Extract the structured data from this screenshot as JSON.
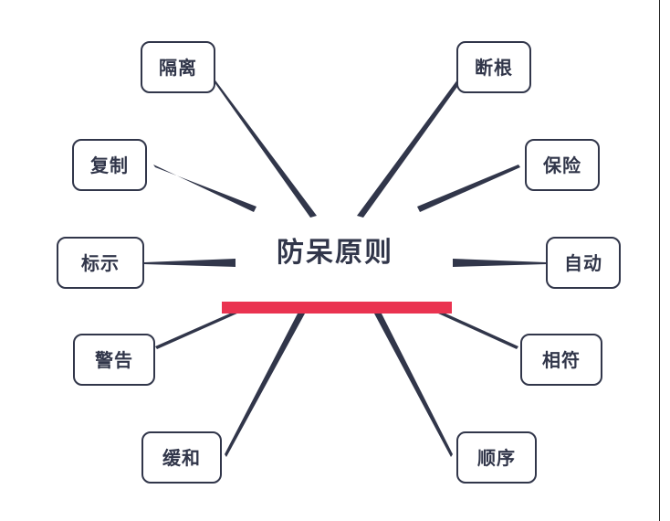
{
  "diagram": {
    "type": "radial-mind-map",
    "center": {
      "title": "防呆原则",
      "bar_color": "#ea3350",
      "text_color": "#31364a"
    },
    "theme": {
      "background": "#ffffff",
      "node_border": "#31364a",
      "node_fill": "#ffffff",
      "connector": "#31364a",
      "accent": "#ea3350"
    },
    "nodes": [
      {
        "id": "geli",
        "label": "隔离",
        "position": "top-left"
      },
      {
        "id": "duangen",
        "label": "断根",
        "position": "top-right"
      },
      {
        "id": "fuzhi",
        "label": "复制",
        "position": "upper-left"
      },
      {
        "id": "baoxian",
        "label": "保险",
        "position": "upper-right"
      },
      {
        "id": "biaoshi",
        "label": "标示",
        "position": "mid-left"
      },
      {
        "id": "zidong",
        "label": "自动",
        "position": "mid-right"
      },
      {
        "id": "jinggao",
        "label": "警告",
        "position": "lower-left"
      },
      {
        "id": "xiangfu",
        "label": "相符",
        "position": "lower-right"
      },
      {
        "id": "huanhe",
        "label": "缓和",
        "position": "bottom-left"
      },
      {
        "id": "shunxu",
        "label": "顺序",
        "position": "bottom-right"
      }
    ]
  }
}
